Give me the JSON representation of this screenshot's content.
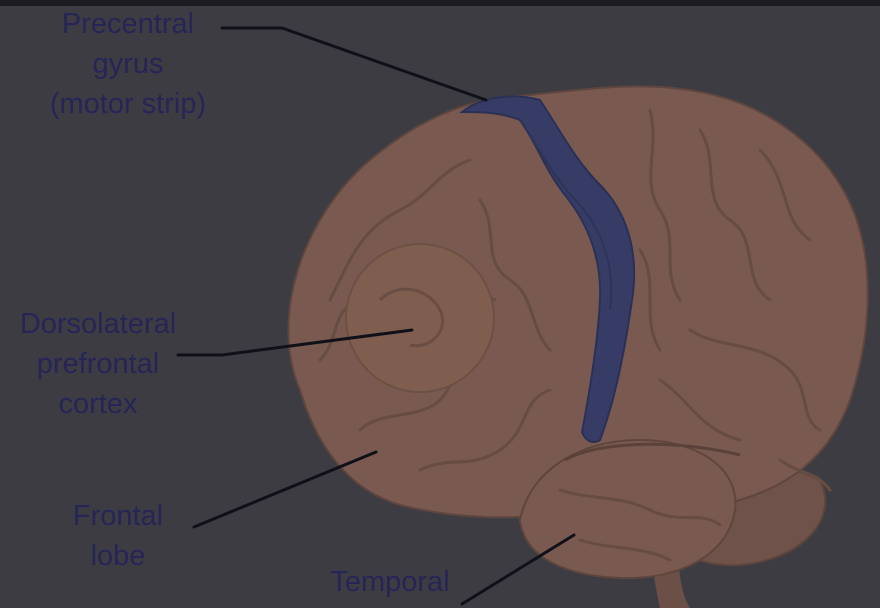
{
  "labels": {
    "precentral": [
      "Precentral",
      "gyrus",
      "(motor strip)"
    ],
    "dlpfc": [
      "Dorsolateral",
      "prefrontal",
      "cortex"
    ],
    "frontal": [
      "Frontal",
      "lobe"
    ],
    "temporal": [
      "Temporal"
    ]
  },
  "colors": {
    "background": "#3d3c43",
    "brain": "#7a5a50",
    "brain_fold": "#685046",
    "motor_strip": "#363c66",
    "label_text": "#252557",
    "leader_line": "#101018"
  }
}
